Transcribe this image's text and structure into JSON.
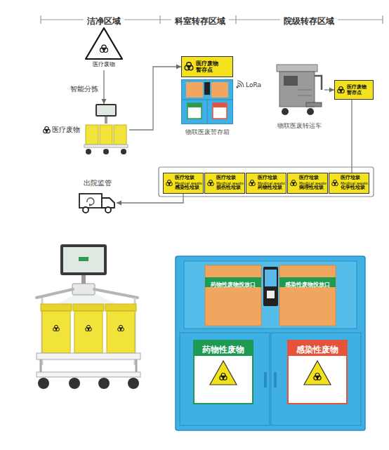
{
  "diagram": {
    "nodes": [
      {
        "text": [
          "医疗废物"
        ]
      },
      {
        "text": [
          "医疗废物"
        ]
      },
      {
        "text": [
          "医疗废物 暂存点"
        ]
      },
      {
        "text": [
          "物联医废暂存箱"
        ]
      },
      {
        "text": [
          "物联医废转运车"
        ]
      },
      {
        "text": [
          "医疗废物 暂存点"
        ]
      },
      {
        "text": [
          "医疗垃圾",
          "Medical waste",
          "感染性垃圾"
        ]
      },
      {
        "text": [
          "医疗垃圾",
          "Medical waste",
          "损伤性垃圾"
        ]
      },
      {
        "text": [
          "医疗垃圾",
          "Medical waste",
          "药物性垃圾"
        ]
      },
      {
        "text": [
          "医疗垃圾",
          "Medical waste",
          "病理性垃圾"
        ]
      },
      {
        "text": [
          "医疗垃圾",
          "Medical waste",
          "化学性垃圾"
        ]
      },
      {
        "text": [
          "出院监管"
        ]
      }
    ],
    "edges": [
      {
        "from": 0,
        "to": 1,
        "arrow": "to",
        "label": "智能分拣"
      },
      {
        "from": 1,
        "to": 2,
        "arrow": "to"
      },
      {
        "from": 4,
        "to": 5,
        "arrow": "to"
      },
      {
        "from": 5,
        "to": 10,
        "arrow": "none"
      },
      {
        "from": 6,
        "to": 11,
        "arrow": "to"
      }
    ],
    "labels": [
      "洁净区域",
      "科室转存区域",
      "院级转存区域",
      "LoRa",
      "药物性废物投放口",
      "感染性废物投放口",
      "药物性废物",
      "感染性废物"
    ]
  }
}
